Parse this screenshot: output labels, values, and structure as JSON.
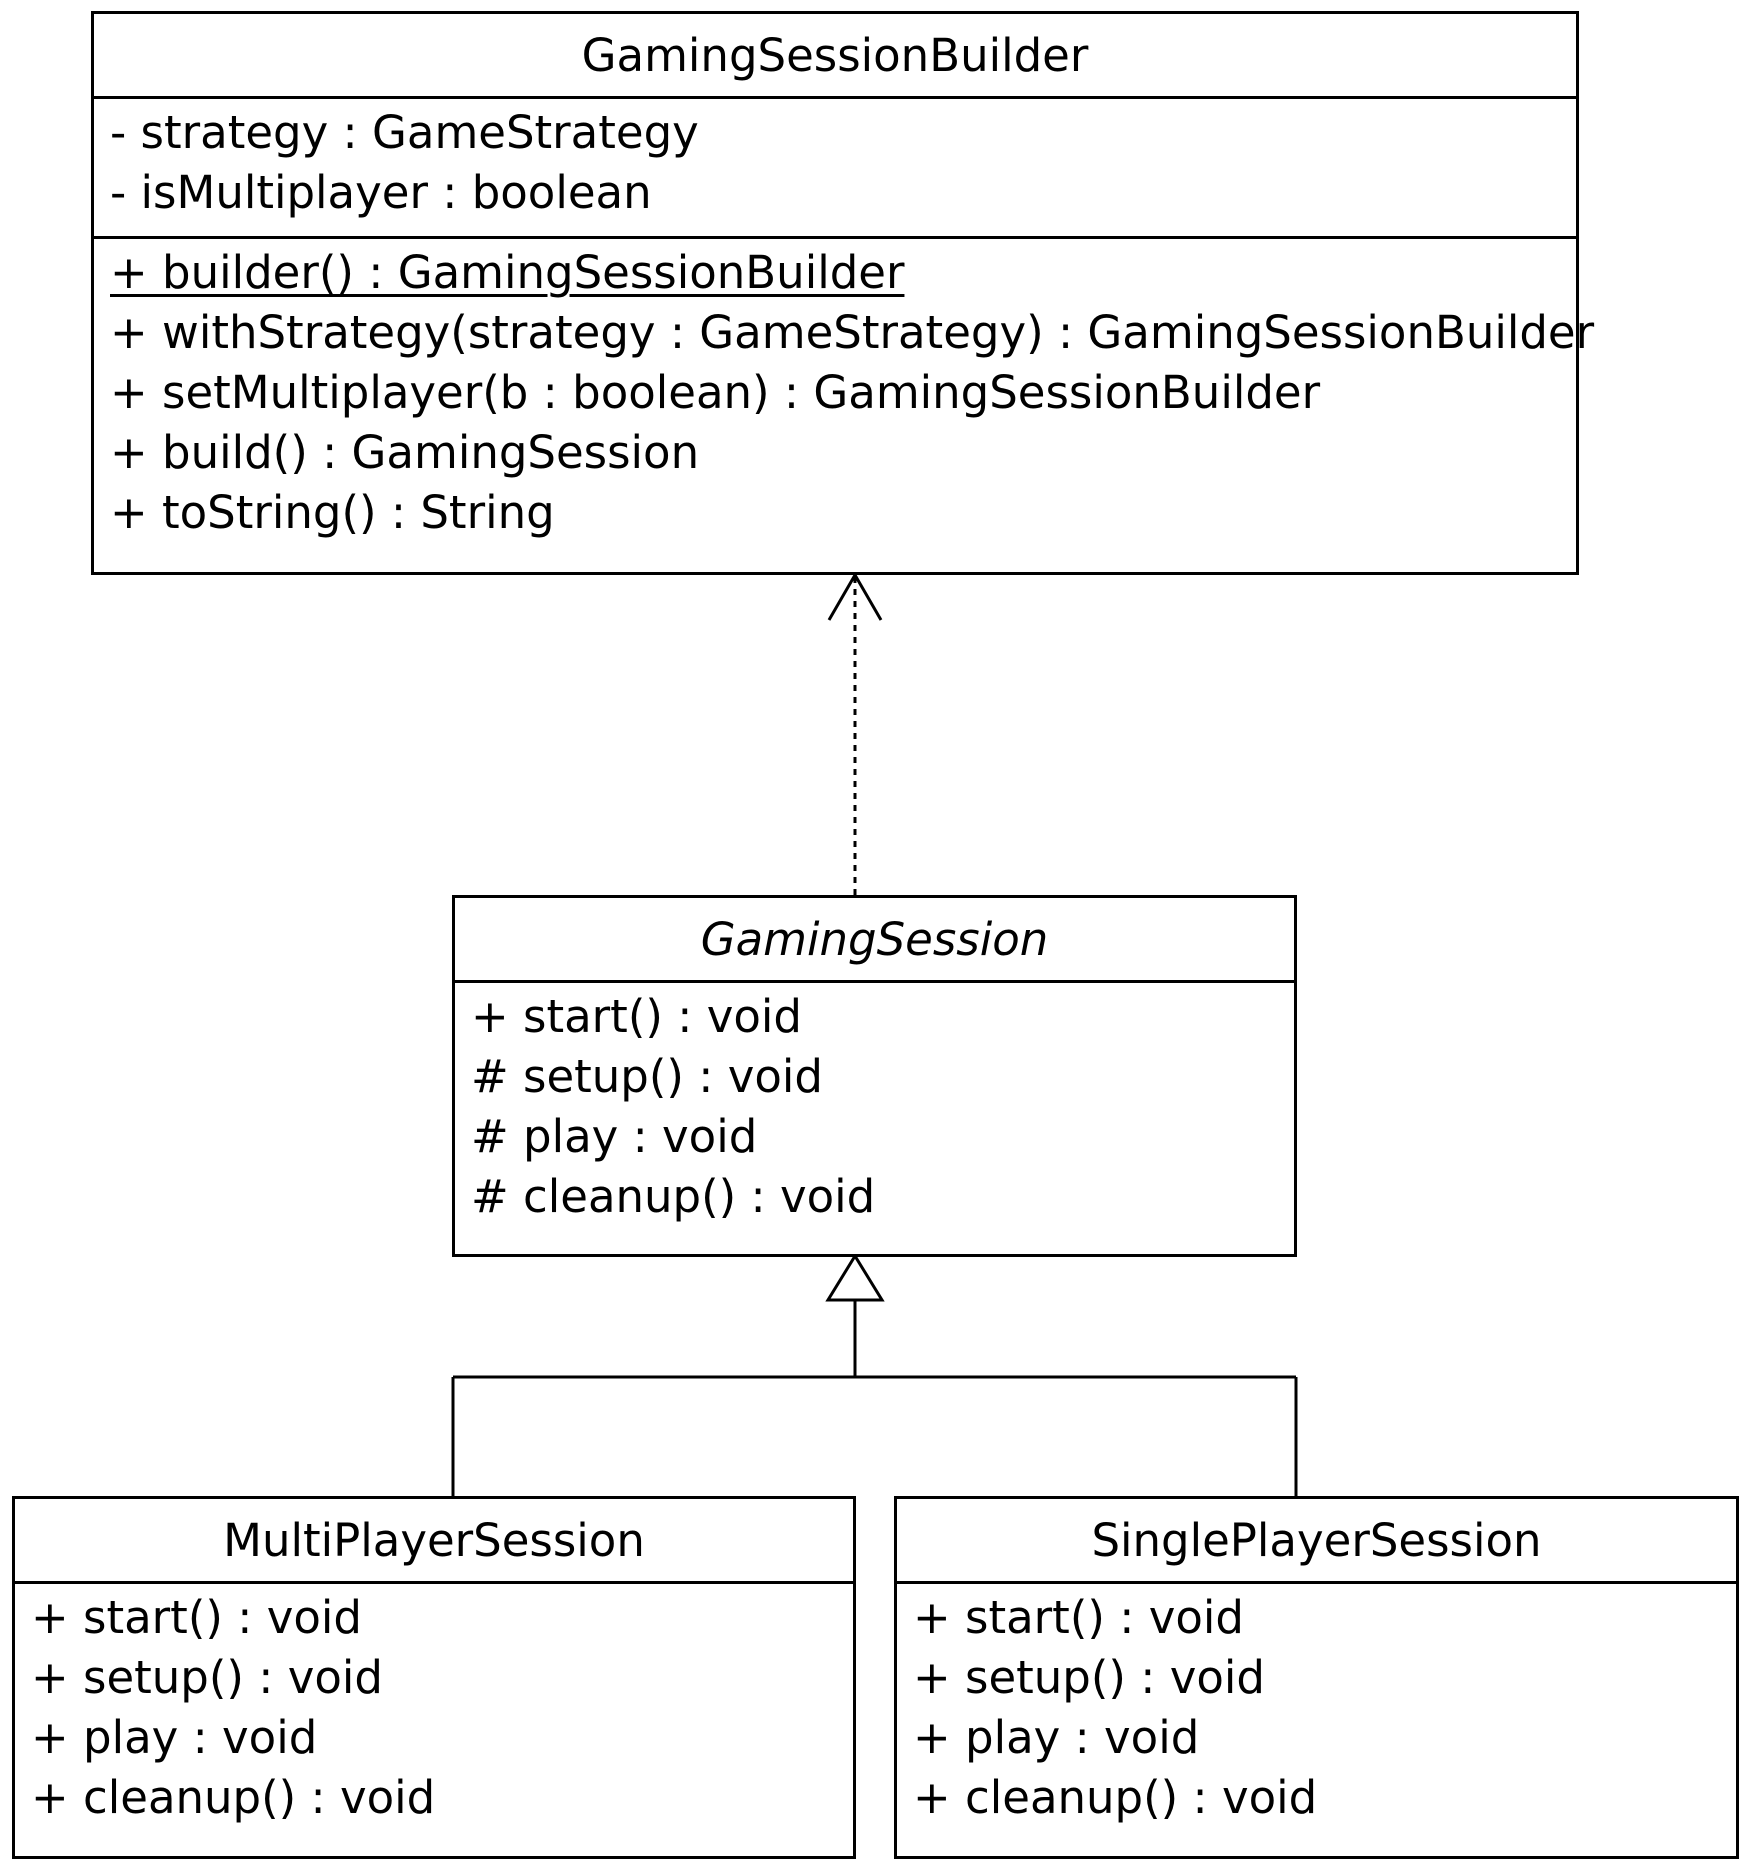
{
  "classes": {
    "builder": {
      "name": "GamingSessionBuilder",
      "attributes": [
        "- strategy : GameStrategy",
        "- isMultiplayer : boolean"
      ],
      "operations": [
        "+ builder() : GamingSessionBuilder",
        "+ withStrategy(strategy : GameStrategy) : GamingSessionBuilder",
        "+ setMultiplayer(b : boolean) : GamingSessionBuilder",
        "+ build() : GamingSession",
        "+ toString() : String"
      ]
    },
    "session": {
      "name": "GamingSession",
      "operations": [
        "+ start() : void",
        "# setup() : void",
        "# play : void",
        "# cleanup() : void"
      ]
    },
    "multi": {
      "name": "MultiPlayerSession",
      "operations": [
        "+ start() : void",
        "+ setup() : void",
        "+ play : void",
        "+ cleanup() : void"
      ]
    },
    "single": {
      "name": "SinglePlayerSession",
      "operations": [
        "+ start() : void",
        "+ setup() : void",
        "+ play : void",
        "+ cleanup() : void"
      ]
    }
  },
  "relationships": [
    {
      "from": "GamingSession",
      "to": "GamingSessionBuilder",
      "kind": "dependency"
    },
    {
      "from": "MultiPlayerSession",
      "to": "GamingSession",
      "kind": "generalization"
    },
    {
      "from": "SinglePlayerSession",
      "to": "GamingSession",
      "kind": "generalization"
    }
  ]
}
